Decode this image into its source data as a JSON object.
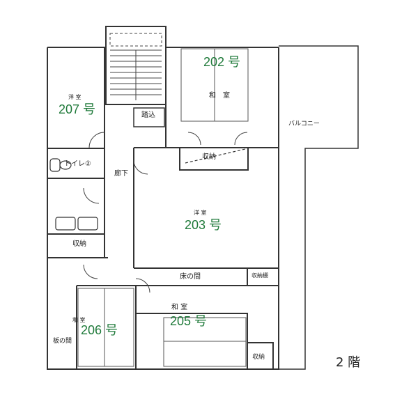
{
  "floor_label": "2 階",
  "colors": {
    "room_number": "#1f7a3a",
    "wall": "#333333",
    "accent_green": "#1f7a3a"
  },
  "rooms": {
    "r202": {
      "number": "202 号",
      "type_a": "和",
      "type_b": "室"
    },
    "r207": {
      "number": "207 号",
      "type": "洋 室"
    },
    "r203": {
      "number": "203 号",
      "type": "洋 室"
    },
    "r206": {
      "number": "206 号",
      "type": "和 室"
    },
    "r205": {
      "number": "205 号",
      "type": "和 室"
    }
  },
  "labels": {
    "fumikomi": "踏込",
    "balcony": "バルコニー",
    "storage_202": "収納",
    "toilet": "トイレ②",
    "corridor": "廊下",
    "storage_wash": "収納",
    "tokonoma": "床の間",
    "storage_shelf": "収納棚",
    "itanoma": "板の間",
    "storage_205": "収納"
  }
}
